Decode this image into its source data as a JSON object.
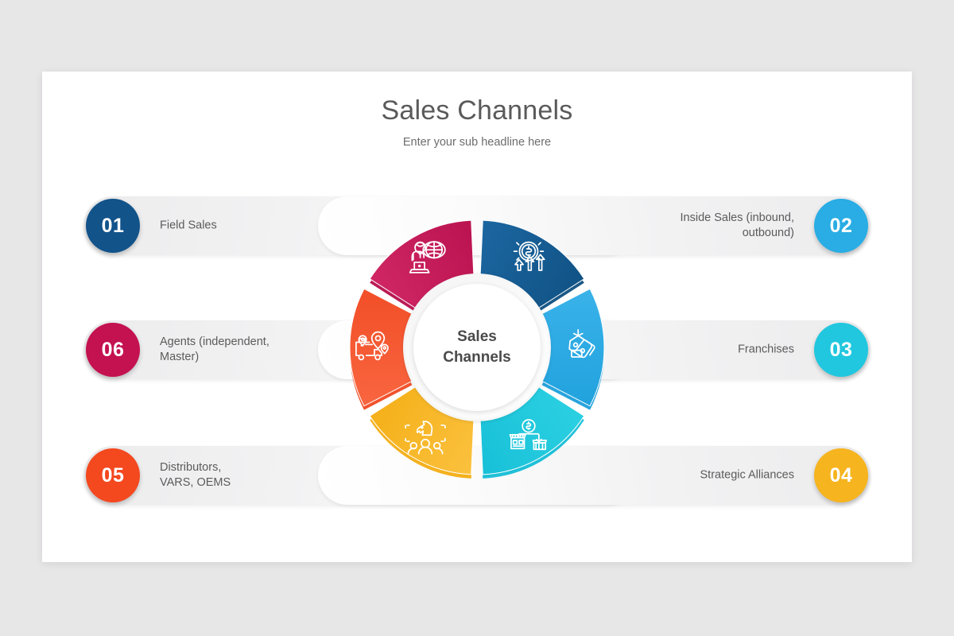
{
  "slide": {
    "title": "Sales Channels",
    "subtitle": "Enter your sub headline here",
    "hub_text": "Sales\nChannels"
  },
  "items": [
    {
      "number": "01",
      "label": "Field Sales",
      "side": "left",
      "color": "#12538a",
      "segment_color": "#1e6aa6",
      "segment_color_dark": "#0f4f80",
      "icon": "money-growth-icon"
    },
    {
      "number": "02",
      "label": "Inside Sales (inbound,\noutbound)",
      "side": "right",
      "color": "#29ade4",
      "segment_color": "#3fb5ec",
      "segment_color_dark": "#1c9fdb",
      "icon": "discount-tag-icon"
    },
    {
      "number": "03",
      "label": "Franchises",
      "side": "right",
      "color": "#21c7de",
      "segment_color": "#2fd3e3",
      "segment_color_dark": "#14bdd6",
      "icon": "franchise-store-icon"
    },
    {
      "number": "04",
      "label": "Strategic Alliances",
      "side": "right",
      "color": "#f6b41e",
      "segment_color": "#fcc445",
      "segment_color_dark": "#f3ad12",
      "icon": "chess-knight-team-icon"
    },
    {
      "number": "05",
      "label": "Distributors,\nVARS, OEMS",
      "side": "left",
      "color": "#f4481f",
      "segment_color": "#fa6a44",
      "segment_color_dark": "#f04a23",
      "icon": "delivery-truck-icon"
    },
    {
      "number": "06",
      "label": "Agents (independent,\nMaster)",
      "side": "left",
      "color": "#c4114f",
      "segment_color": "#d42a68",
      "segment_color_dark": "#b60f4c",
      "icon": "agent-globe-laptop-icon"
    }
  ],
  "colors": {
    "background": "#e8e7e8",
    "slide": "#ffffff",
    "title_text": "#5a5a5a",
    "label_text": "#5b5b5b"
  }
}
